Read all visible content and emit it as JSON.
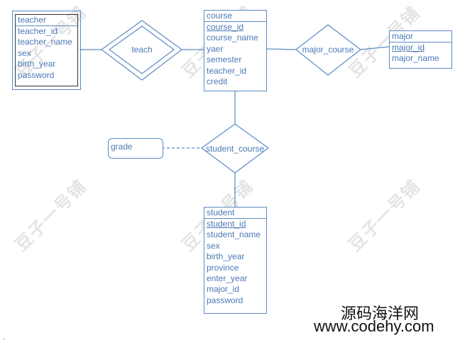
{
  "entities": {
    "teacher": {
      "name": "teacher",
      "attributes": [
        "teacher_id",
        "teacher_name",
        "sex",
        "birth_year",
        "password"
      ]
    },
    "course": {
      "name": "course",
      "attributes": [
        "course_id",
        "course_name",
        "yaer",
        "semester",
        "teacher_id",
        "credit"
      ]
    },
    "major": {
      "name": "major",
      "attributes": [
        "major_id",
        "major_name"
      ]
    },
    "student": {
      "name": "student",
      "attributes": [
        "student_id",
        "student_name",
        "sex",
        "birth_year",
        "province",
        "enter_year",
        "major_id",
        "password"
      ]
    }
  },
  "relationships": {
    "teach": "teach",
    "major_course": "major_course",
    "student_course": "student_course"
  },
  "relationship_attribute": {
    "grade": "grade"
  },
  "watermark_text": "豆子一号铺",
  "brand": {
    "cn": "源码海洋网",
    "url": "www.codehy.com"
  },
  "colors": {
    "stroke": "#5b8bc4",
    "text": "#4a78b6"
  }
}
